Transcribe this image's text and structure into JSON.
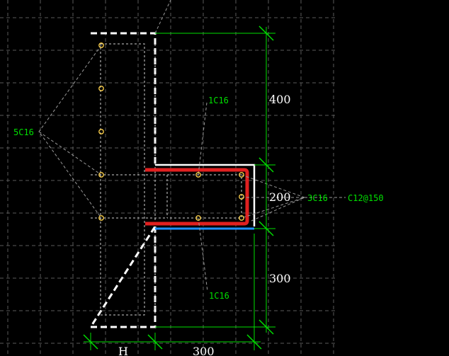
{
  "colors": {
    "background": "#000000",
    "grid": "#5a5a5a",
    "section_outline": "#ffffff",
    "hidden_edge": "#ffffff",
    "main_bar": "#e02020",
    "stirrup_edge": "#ffffff",
    "bottom_edge": "#1e90ff",
    "dimension": "#00e000",
    "leader": "#9a9a9a",
    "rebar_dot": "#ffd24a",
    "annotation": "#00e000",
    "dimension_text": "#ffffff"
  },
  "annotations": {
    "left_group": "5C16",
    "top_bar": "1C16",
    "bottom_bar": "1C16",
    "right_group": "3C16",
    "stirrup": "C12@150"
  },
  "dimensions": {
    "vertical_top": "400",
    "vertical_mid": "200",
    "vertical_bottom": "300",
    "horizontal_left": "H",
    "horizontal_right": "300"
  }
}
